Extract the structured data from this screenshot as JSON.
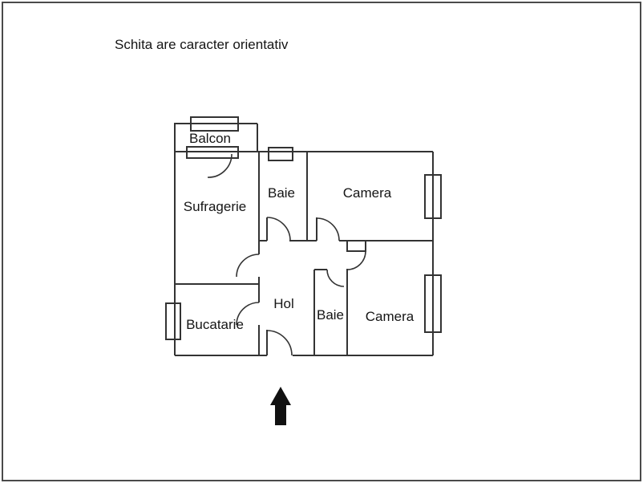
{
  "title": "Schita are caracter orientativ",
  "colors": {
    "background": "#ffffff",
    "wall": "#333333",
    "label": "#151515",
    "arrow": "#111111",
    "page_border": "#4a4a4a"
  },
  "floor_plan": {
    "rooms": {
      "balcony": "Balcon",
      "living_room": "Sufragerie",
      "bathroom_top": "Baie",
      "bedroom_top": "Camera",
      "kitchen": "Bucatarie",
      "hallway": "Hol",
      "bathroom_bottom": "Baie",
      "bedroom_bottom": "Camera"
    },
    "symbols": {
      "north_arrow": "up-arrow",
      "door": "quarter-circle-swing",
      "window": "double-line-rectangle"
    }
  }
}
